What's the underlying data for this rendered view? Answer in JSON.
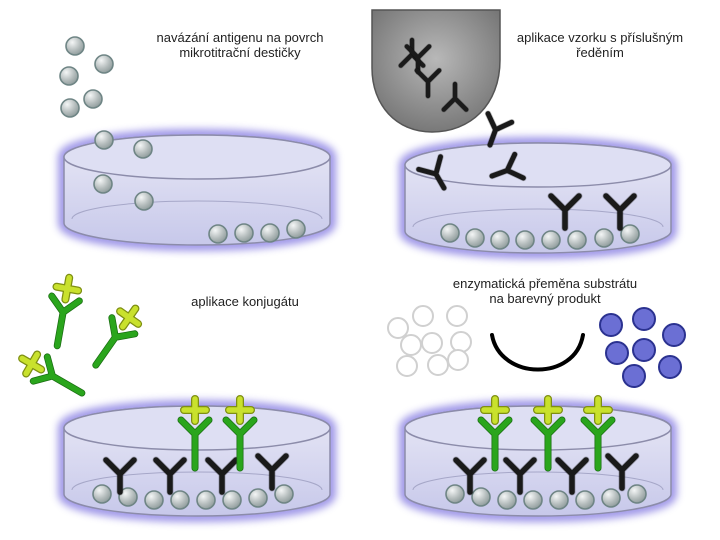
{
  "labels": {
    "step1_line1": "navázání antigenu na povrch",
    "step1_line2": "mikrotitrační destičky",
    "step2_line1": "aplikace vzorku s příslušným",
    "step2_line2": "ředěním",
    "step3": "aplikace konjugátu",
    "step4_line1": "enzymatická přeměna substrátu",
    "step4_line2": "na barevný produkt"
  },
  "colors": {
    "antigen": "#b4bcbc",
    "antigen_stroke": "#6f8585",
    "antibody": "#1a1a1a",
    "conjugate_antibody": "#2aa51c",
    "enzyme": "#c9e12d",
    "well_fill": "#d6d7ef",
    "well_glow": "#7e73e0",
    "substrate": "#ffffff",
    "substrate_stroke": "#d0d0d0",
    "product": "#6b6fd4",
    "product_stroke": "#2b3290",
    "sample_bubble": "#7d7d7d"
  },
  "icons": [
    "antigen-bead-icon",
    "antibody-icon",
    "enzyme-conjugate-icon",
    "substrate-bead-icon",
    "colored-product-icon",
    "reaction-arrow-icon"
  ]
}
